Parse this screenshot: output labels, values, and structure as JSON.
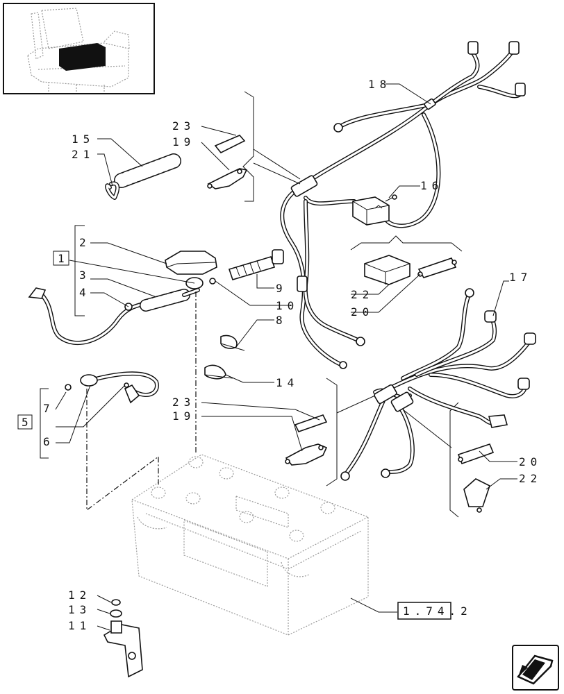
{
  "diagram": {
    "callouts": {
      "c1": "1",
      "c2": "2",
      "c3": "3",
      "c4": "4",
      "c5": "5",
      "c6": "6",
      "c7": "7",
      "c8": "8",
      "c9": "9",
      "c10": "10",
      "c11": "11",
      "c12": "12",
      "c13": "13",
      "c14": "14",
      "c15": "15",
      "c16": "16",
      "c17": "17",
      "c18": "18",
      "c19a": "19",
      "c19b": "19",
      "c20a": "20",
      "c20b": "20",
      "c21": "21",
      "c22a": "22",
      "c22b": "22",
      "c23a": "23",
      "c23b": "23"
    },
    "reference": "1.74.2",
    "nav_icon": "next-page-arrow-icon"
  }
}
